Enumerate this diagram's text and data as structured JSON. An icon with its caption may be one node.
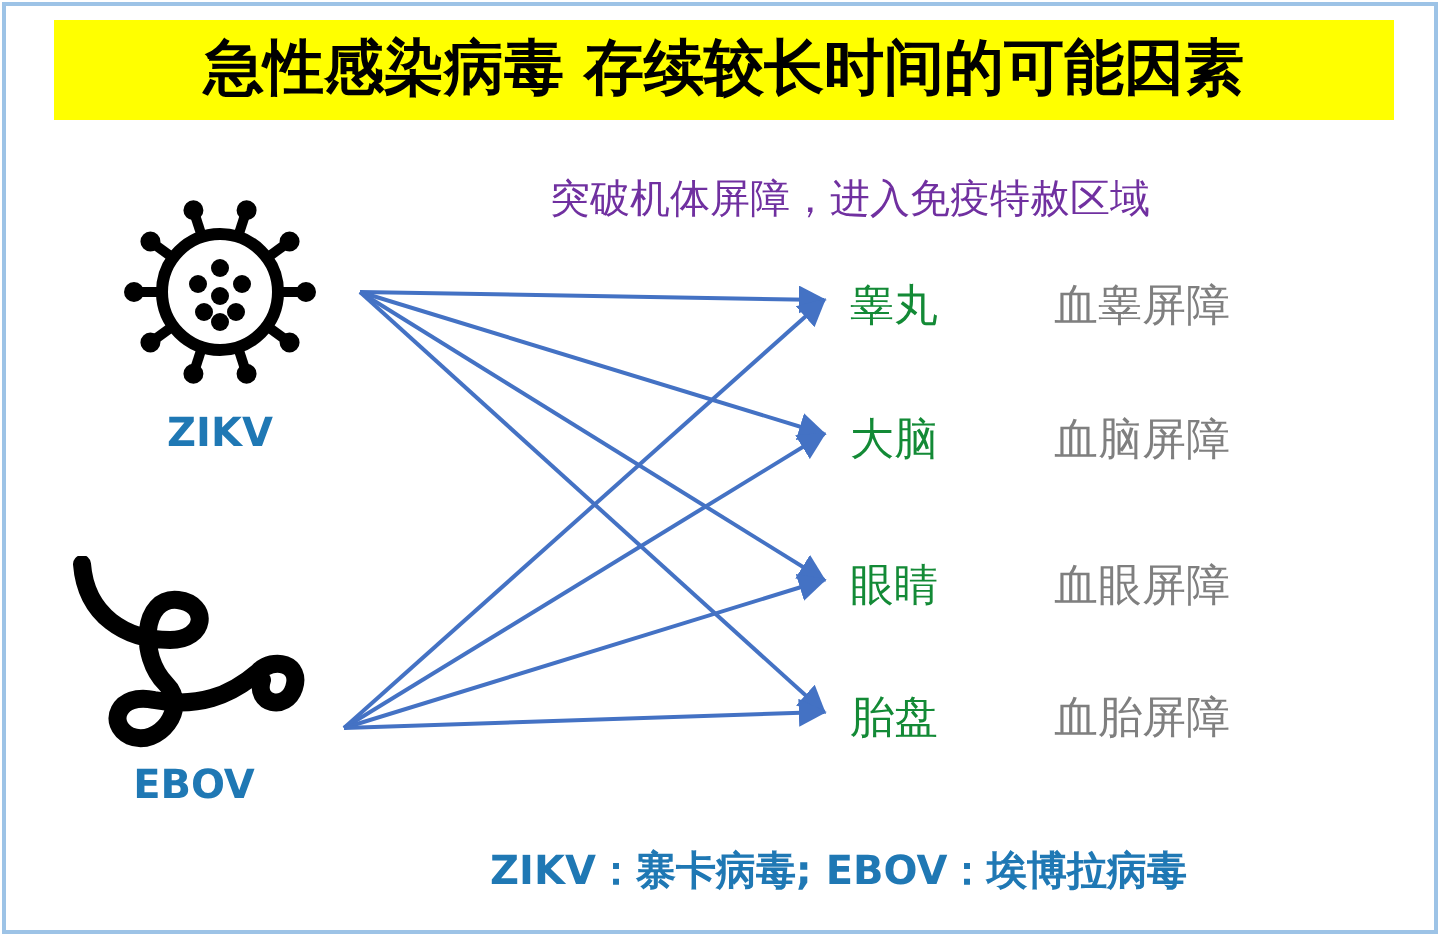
{
  "diagram": {
    "title": "急性感染病毒 存续较长时间的可能因素",
    "nodes": [
      {
        "text": [
          "ZIKV"
        ]
      },
      {
        "text": [
          "EBOV"
        ]
      },
      {
        "text": [
          "睾丸"
        ],
        "beside": [
          "血睾屏障"
        ]
      },
      {
        "text": [
          "大脑"
        ],
        "beside": [
          "血脑屏障"
        ]
      },
      {
        "text": [
          "眼睛"
        ],
        "beside": [
          "血眼屏障"
        ]
      },
      {
        "text": [
          "胎盘"
        ],
        "beside": [
          "血胎屏障"
        ]
      }
    ],
    "edges": [
      {
        "from": 0,
        "to": 2,
        "arrow": "to"
      },
      {
        "from": 0,
        "to": 3,
        "arrow": "to"
      },
      {
        "from": 0,
        "to": 4,
        "arrow": "to"
      },
      {
        "from": 0,
        "to": 5,
        "arrow": "to"
      },
      {
        "from": 1,
        "to": 2,
        "arrow": "to"
      },
      {
        "from": 1,
        "to": 3,
        "arrow": "to"
      },
      {
        "from": 1,
        "to": 4,
        "arrow": "to"
      },
      {
        "from": 1,
        "to": 5,
        "arrow": "to"
      }
    ],
    "labels": [
      "突破机体屏障，进入免疫特赦区域",
      "ZIKV：寨卡病毒; EBOV：埃博拉病毒"
    ]
  }
}
